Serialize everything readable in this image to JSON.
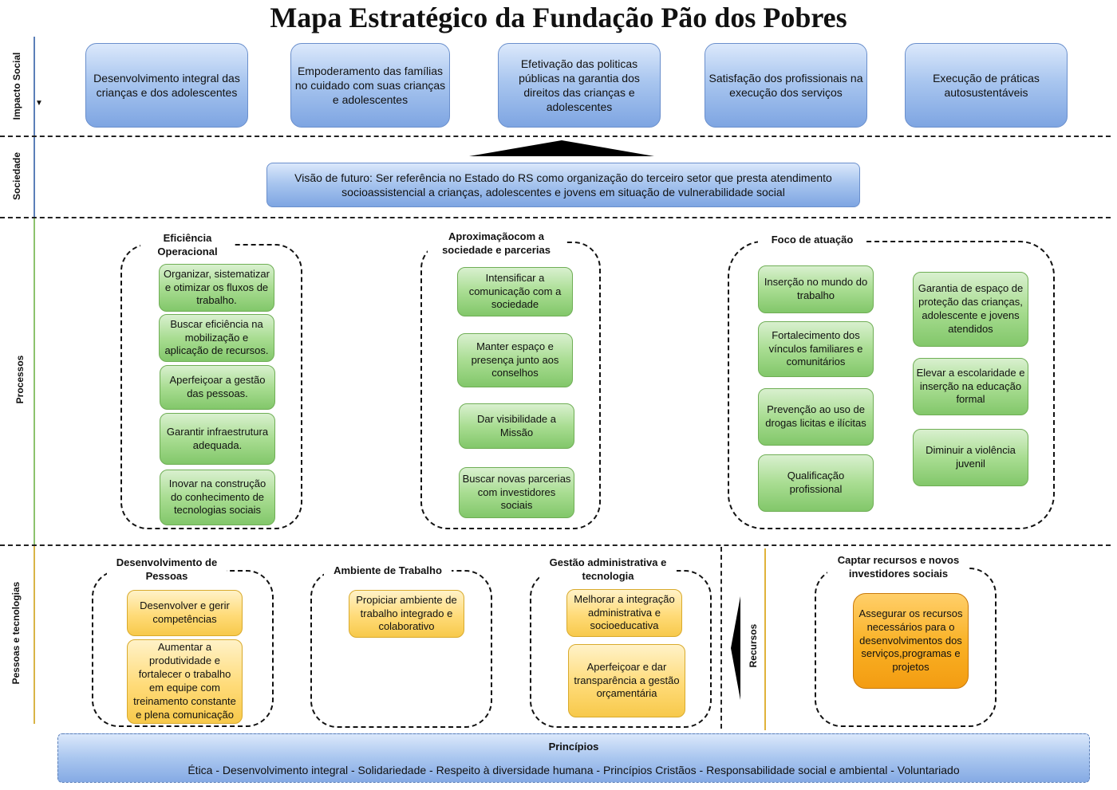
{
  "title": "Mapa Estratégico da Fundação Pão dos Pobres",
  "bands": {
    "impacto": "Impacto Social",
    "sociedade": "Sociedade",
    "processos": "Processos",
    "pessoas": "Pessoas e tecnologias",
    "recursos": "Recursos"
  },
  "impacto_items": [
    "Desenvolvimento integral das crianças e dos adolescentes",
    "Empoderamento das famílias no cuidado com suas crianças e adolescentes",
    "Efetivação das politicas públicas na garantia dos direitos das crianças e adolescentes",
    "Satisfação dos profissionais na execução dos serviços",
    "Execução de práticas autosustentáveis"
  ],
  "visao": "Visão de futuro: Ser referência no Estado do RS como organização do terceiro setor que presta atendimento socioassistencial a crianças, adolescentes e jovens em situação de vulnerabilidade social",
  "processos": {
    "eficiencia": {
      "title": "Eficiência Operacional",
      "items": [
        "Organizar, sistematizar e otimizar os fluxos de trabalho.",
        "Buscar eficiência na mobilização e aplicação de recursos.",
        "Aperfeiçoar a gestão das pessoas.",
        "Garantir infraestrutura adequada.",
        "Inovar na construção do conhecimento de tecnologias sociais"
      ]
    },
    "aproximacao": {
      "title": "Aproximaçãocom a sociedade e parcerias",
      "items": [
        "Intensificar a comunicação com a sociedade",
        "Manter espaço e presença junto aos conselhos",
        "Dar visibilidade a Missão",
        "Buscar novas parcerias com investidores sociais"
      ]
    },
    "foco": {
      "title": "Foco de atuação",
      "left_items": [
        "Inserção no mundo do trabalho",
        "Fortalecimento dos vínculos familiares e comunitários",
        "Prevenção ao uso de drogas licitas e ilícitas",
        "Qualificação profissional"
      ],
      "right_items": [
        "Garantia de espaço de proteção das crianças, adolescente e jovens atendidos",
        "Elevar a escolaridade e inserção na educação formal",
        "Diminuir a violência juvenil"
      ]
    }
  },
  "pessoas": {
    "desenvolvimento": {
      "title": "Desenvolvimento de Pessoas",
      "items": [
        "Desenvolver e gerir competências",
        "Aumentar a produtividade e fortalecer o trabalho em equipe com treinamento constante e plena comunicação"
      ]
    },
    "ambiente": {
      "title": "Ambiente de Trabalho",
      "items": [
        "Propiciar ambiente de trabalho integrado e colaborativo"
      ]
    },
    "gestao": {
      "title": "Gestão administrativa e tecnologia",
      "items": [
        "Melhorar a integração administrativa e socioeducativa",
        "Aperfeiçoar e dar transparência a gestão orçamentária"
      ]
    },
    "captar": {
      "title": "Captar recursos e novos investidores sociais",
      "items": [
        "Assegurar os recursos necessários para o desenvolvimentos dos serviços,programas e projetos"
      ]
    }
  },
  "principios": {
    "title": "Princípios",
    "values": "Ética - Desenvolvimento integral - Solidariedade - Respeito à diversidade humana - Princípios Cristãos - Responsabilidade social e ambiental - Voluntariado"
  },
  "colors": {
    "blue_line": "#5b7fb8",
    "green_line": "#8cc26d",
    "yellow_line": "#d9b446",
    "recursos_line": "#e0b23a"
  }
}
